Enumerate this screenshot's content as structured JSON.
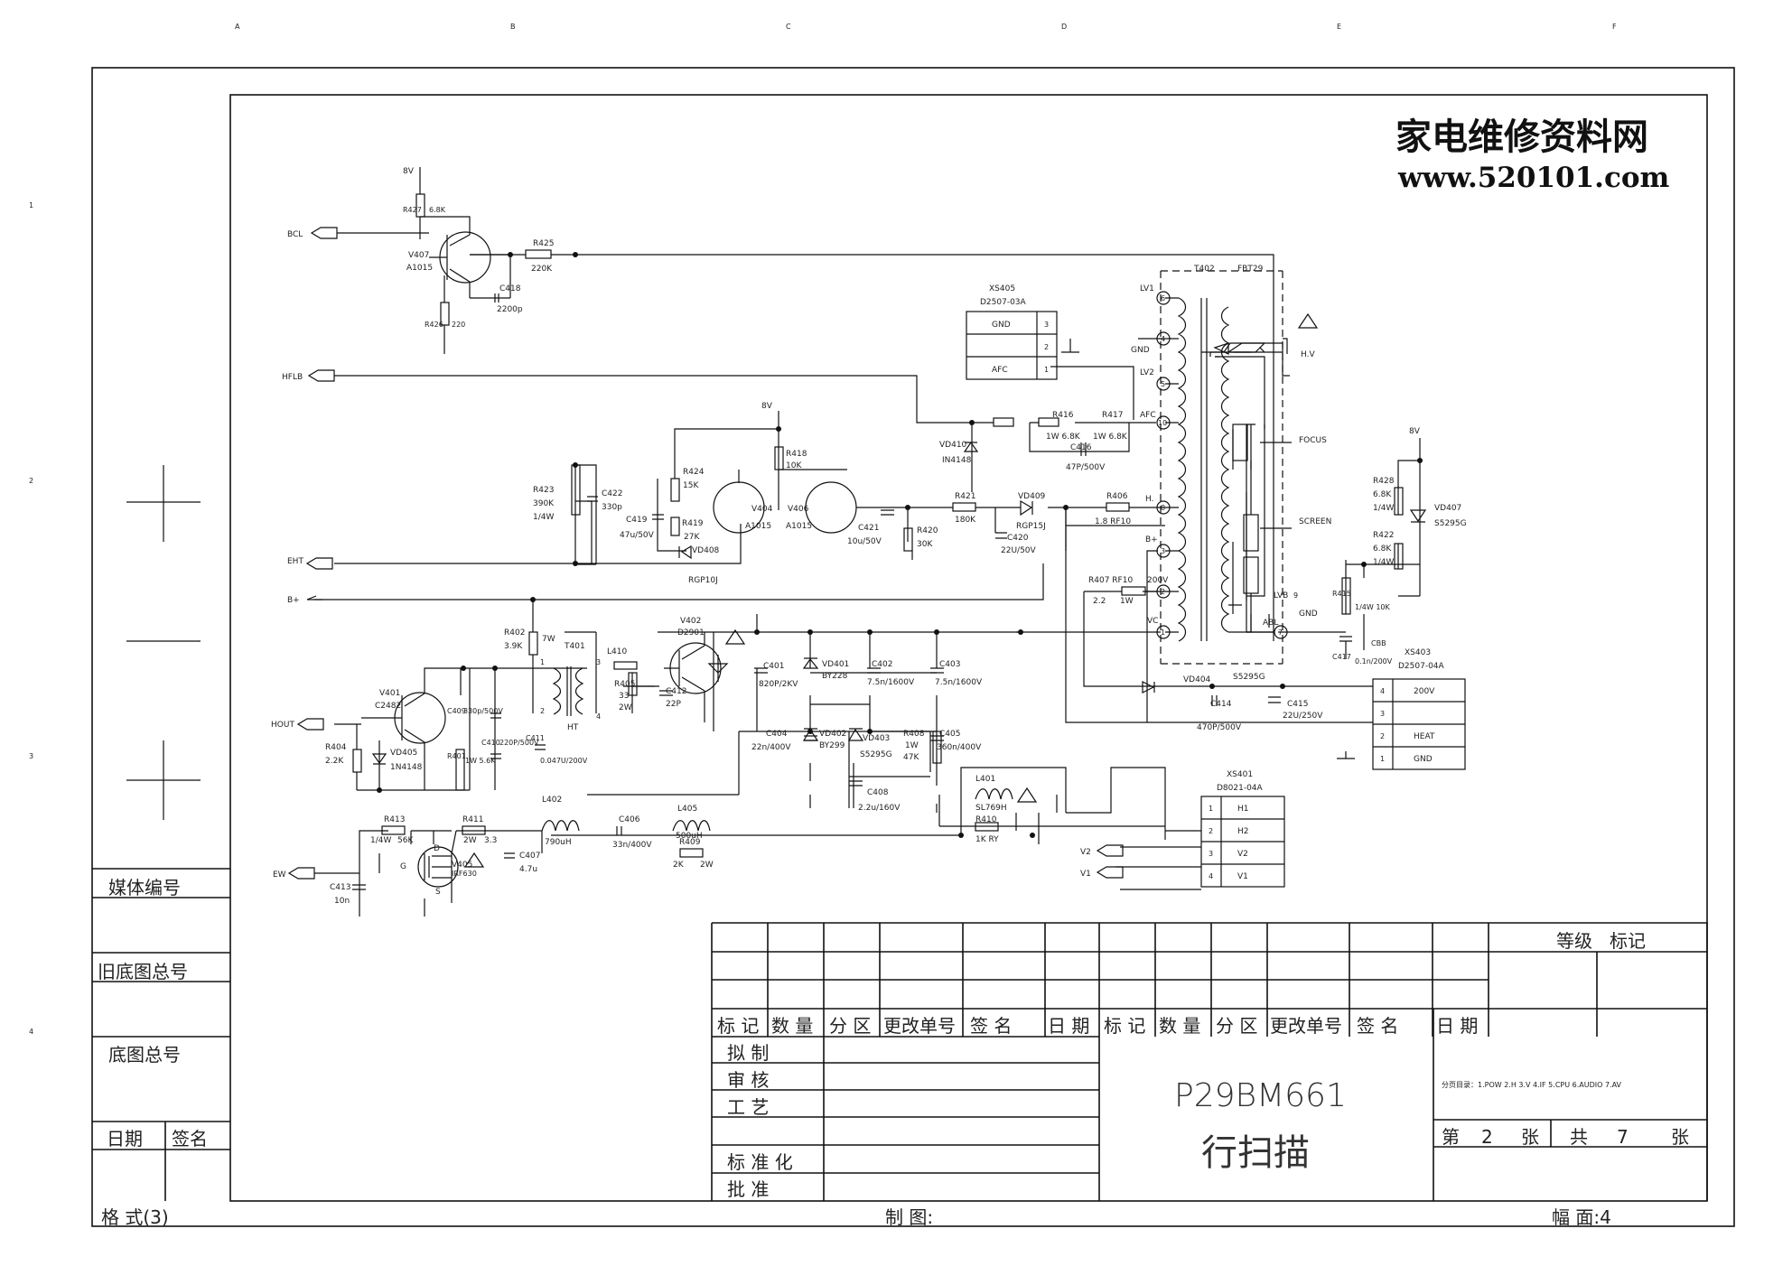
{
  "watermark": {
    "cn": "家电维修资料网",
    "url": "www.520101.com"
  },
  "grid_letters": [
    "A",
    "B",
    "C",
    "D",
    "E",
    "F"
  ],
  "grid_numbers": [
    "1",
    "2",
    "3",
    "4"
  ],
  "title_block": {
    "model": "P29BM661",
    "title": "行扫描",
    "sheet": "第 2 张  共 7 张",
    "sheet_parts": {
      "di": "第",
      "n": "2",
      "zhang1": "张",
      "gong": "共",
      "total": "7",
      "zhang2": "张"
    },
    "pages": "分页目录：1.POW 2.H 3.V 4.IF 5.CPU 6.AUDIO 7.AV",
    "grade": "等级",
    "mark": "标记",
    "rev_headers": [
      "标 记",
      "数 量",
      "分 区",
      "更改单号",
      "签  名",
      "日 期",
      "标 记",
      "数 量",
      "分 区",
      "更改单号",
      "签  名",
      "日 期"
    ],
    "roles": [
      "拟    制",
      "审    核",
      "工    艺",
      "标 准 化",
      "批    准"
    ],
    "format": "格 式(3)",
    "drawer": "制 图:",
    "size": "幅 面:4"
  },
  "side_block": [
    "媒体编号",
    "旧底图总号",
    "底图总号",
    "日期",
    "签名"
  ],
  "ports": {
    "bcl": "BCL",
    "hflb": "HFLB",
    "eht": "EHT",
    "bplus": "B+",
    "hout": "HOUT",
    "ew": "EW",
    "v2": "V2",
    "v1": "V1"
  },
  "labels": {
    "v8a": "8V",
    "v8b": "8V",
    "v8c": "8V",
    "r427": "R427",
    "r427v": "6.8K",
    "v407": "V407",
    "a1015": "A1015",
    "r425": "R425",
    "r425v": "220K",
    "c418": "C418",
    "c418v": "2200p",
    "r426": "R426",
    "r426v": "220",
    "xs405": "XS405",
    "xs405t": "D2507-03A",
    "gnd": "GND",
    "afc": "AFC",
    "r418": "R418",
    "r418v": "10K",
    "r424": "R424",
    "r424v": "15K",
    "v404": "V404",
    "v404t": "A1015",
    "v406": "V406",
    "v406t": "A1015",
    "r423": "R423",
    "r423v": "390K",
    "r423p": "1/4W",
    "c422": "C422",
    "c422v": "330p",
    "c419": "C419",
    "c419v": "47u/50V",
    "r419": "R419",
    "r419v": "27K",
    "vd408": "VD408",
    "vd408t": "RGP10J",
    "c421": "C421",
    "c421v": "10u/50V",
    "r420": "R420",
    "r420v": "30K",
    "r421": "R421",
    "r421v": "180K",
    "vd409": "VD409",
    "vd409t": "RGP15J",
    "c420": "C420",
    "c420v": "22U/50V",
    "vd410": "VD410",
    "vd410t": "IN4148",
    "r416": "R416",
    "r416v": "1W 6.8K",
    "r417": "R417",
    "r417v": "1W 6.8K",
    "c416": "C416",
    "c416v": "47P/500V",
    "r406": "R406",
    "r406v": "1.8 RF10",
    "r407": "R407 RF10",
    "r407v": "2.2",
    "r407p": "1W",
    "t402": "T402",
    "fbt": "FBT29",
    "lv1": "LV1",
    "lv2": "LV2",
    "hv": "H.V",
    "focus": "FOCUS",
    "screen": "SCREEN",
    "afcpin": "AFC",
    "hpin": "H.",
    "bpin": "B+",
    "vcpin": "VC",
    "v200": "200V",
    "lvb": "LVB",
    "abl": "ABL",
    "gnd2": "GND",
    "r428": "R428",
    "r428v": "6.8K",
    "r428p": "1/4W",
    "vd407": "VD407",
    "vd407t": "S5295G",
    "r422": "R422",
    "r422v": "6.8K",
    "r422p": "1/4W",
    "r415": "R415",
    "r415v": "1/4W 10K",
    "c417": "C417",
    "c417v": "0.1n/200V",
    "c417t": "CBB",
    "xs403": "XS403",
    "xs403t": "D2507-04A",
    "p200v": "200V",
    "heat": "HEAT",
    "gnd3": "GND",
    "vd404": "VD404",
    "vd404t": "S5295G",
    "c414": "C414",
    "c414v": "470P/500V",
    "c415": "C415",
    "c415v": "22U/250V",
    "r402": "R402",
    "r402v": "3.9K",
    "r402p": "7W",
    "t401": "T401",
    "l410": "L410",
    "ht": "HT",
    "r405": "R405",
    "r405v": "33",
    "r405p": "2W",
    "c412": "C412",
    "c412v": "22P",
    "v402": "V402",
    "v402t": "D2901",
    "c401": "C401",
    "c401v": "820P/2KV",
    "vd401": "VD401",
    "vd401t": "BY228",
    "c402": "C402",
    "c402v": "7.5n/1600V",
    "c403": "C403",
    "c403v": "7.5n/1600V",
    "c404": "C404",
    "c404v": "22n/400V",
    "vd402": "VD402",
    "vd402t": "BY299",
    "vd403": "VD403",
    "vd403t": "S5295G",
    "r408": "R408",
    "r408v": "1W",
    "r408p": "47K",
    "c405": "C405",
    "c405v": "360n/400V",
    "c408": "C408",
    "c408v": "2.2u/160V",
    "v401": "V401",
    "v401t": "C2482",
    "c409": "C409",
    "c409v": "330p/500V",
    "c410": "C410",
    "c410v": "220P/500V",
    "r401": "R401",
    "r401v": "1W 5.6K",
    "r404": "R404",
    "r404v": "2.2K",
    "vd405": "VD405",
    "vd405t": "1N4148",
    "c411": "C411",
    "c411v": "0.047U/200V",
    "l402": "L402",
    "l402v": "790uH",
    "c406": "C406",
    "c406v": "33n/400V",
    "l405": "L405",
    "l405v": "500uH",
    "r409": "R409",
    "r409v": "2K",
    "r409p": "2W",
    "l401": "L401",
    "l401v": "SL769H",
    "r410": "R410",
    "r410v": "1K RY",
    "xs401": "XS401",
    "xs401t": "D8021-04A",
    "h1": "H1",
    "h2": "H2",
    "pv2": "V2",
    "pv1": "V1",
    "r413": "R413",
    "r413v": "1/4W",
    "r413p": "56K",
    "r411": "R411",
    "r411v": "2W",
    "r411p": "3.3",
    "v405": "V405",
    "v405t": "IRF630",
    "c407": "C407",
    "c407v": "4.7u",
    "c413": "C413",
    "c413v": "10n",
    "pinD": "D",
    "pinG": "G",
    "pinS": "S"
  },
  "pins": {
    "p6": "6",
    "p4": "4",
    "p5": "5",
    "p10": "10",
    "p8": "8",
    "p3": "3",
    "p2": "2",
    "p1": "1",
    "p7": "7",
    "p9": "9",
    "n1": "1",
    "n2": "2",
    "n3": "3",
    "n4": "4"
  }
}
